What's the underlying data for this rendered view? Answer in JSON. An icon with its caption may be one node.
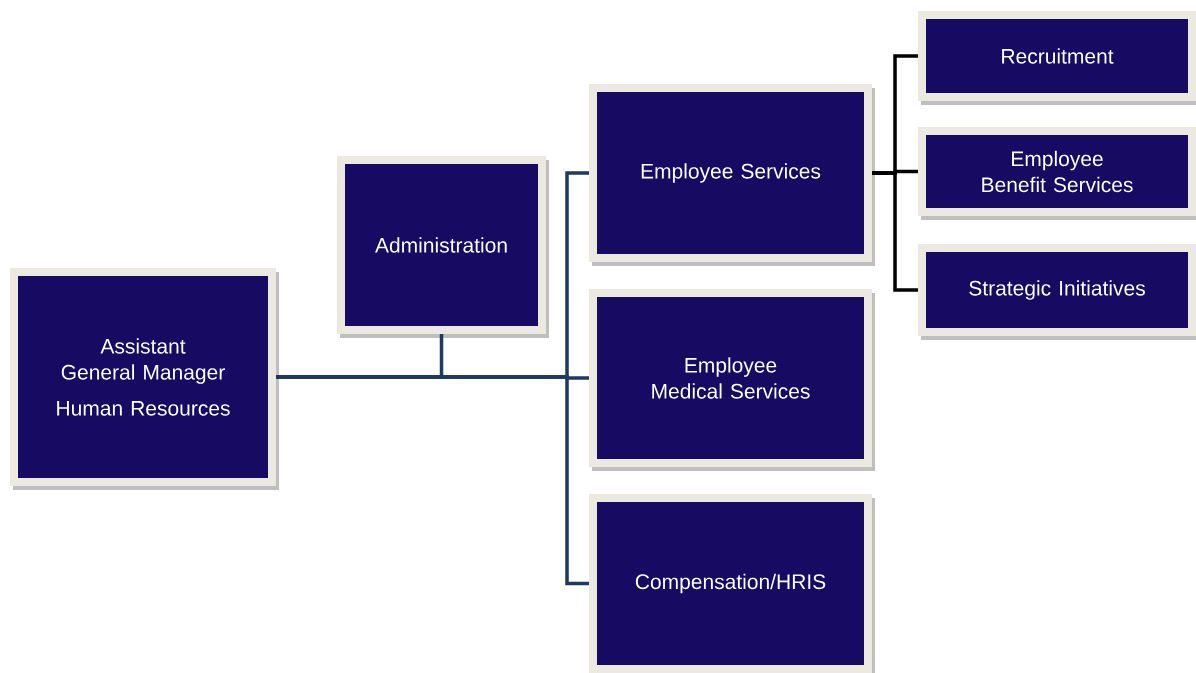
{
  "diagram": {
    "nodes": [
      {
        "text": [
          "Assistant General Manager",
          "Human Resources"
        ]
      },
      {
        "text": [
          "Administration"
        ]
      },
      {
        "text": [
          "Employee Services"
        ]
      },
      {
        "text": [
          "Employee Medical Services"
        ]
      },
      {
        "text": [
          "Compensation/HRIS"
        ]
      },
      {
        "text": [
          "Recruitment"
        ]
      },
      {
        "text": [
          "Employee Benefit Services"
        ]
      },
      {
        "text": [
          "Strategic Initiatives"
        ]
      }
    ],
    "edges": [
      {
        "from": 0,
        "to": 1,
        "arrow": "none"
      },
      {
        "from": 0,
        "to": 2,
        "arrow": "none"
      },
      {
        "from": 0,
        "to": 3,
        "arrow": "none"
      },
      {
        "from": 0,
        "to": 4,
        "arrow": "none"
      },
      {
        "from": 2,
        "to": 5,
        "arrow": "none",
        "color": "#000000"
      },
      {
        "from": 2,
        "to": 6,
        "arrow": "none",
        "color": "#000000"
      },
      {
        "from": 2,
        "to": 7,
        "arrow": "none",
        "color": "#000000"
      }
    ]
  }
}
